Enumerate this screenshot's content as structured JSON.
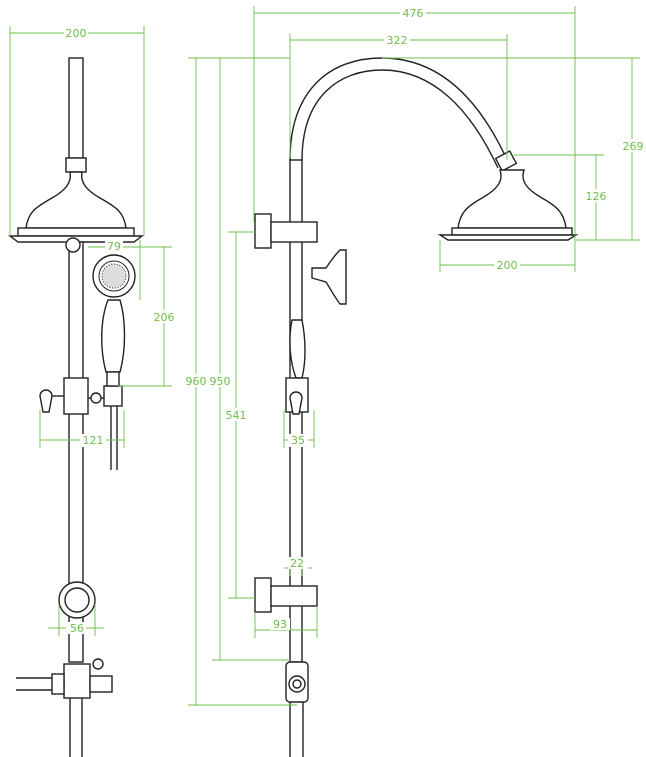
{
  "colors": {
    "dimension": "#6cc04a",
    "outline": "#222222",
    "background": "#ffffff"
  },
  "dimensions": {
    "left_head_width": "200",
    "overall_width": "476",
    "arm_reach": "322",
    "arm_height": "269",
    "head_drop": "126",
    "right_head_width": "200",
    "handpiece_diameter": "79",
    "handpiece_offset": "206",
    "overall_height": "960",
    "riser_height": "950",
    "holder_height": "541",
    "mixer_width": "121",
    "holder_depth": "35",
    "pipe_diameter": "22",
    "bracket_depth": "93",
    "escutcheon_diameter": "56"
  }
}
